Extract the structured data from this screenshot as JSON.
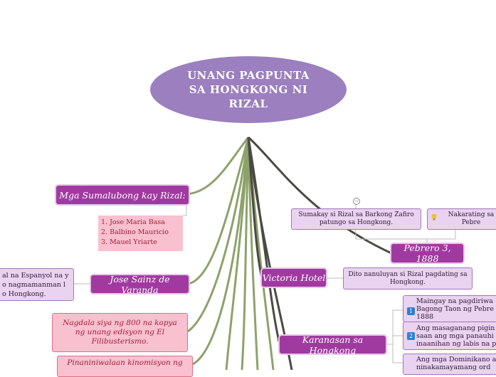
{
  "root": {
    "title": "UNANG PAGPUNTA SA HONGKONG NI RIZAL"
  },
  "branches": {
    "sumalubong": "Mga Sumalubong kay Rizal:",
    "sainz": "Jose Sainz de Varanda",
    "victoria": "Victoria Hotel",
    "pebrero": "Pebrero 3, 1888",
    "karanasan": "Karanasan sa Hongkong"
  },
  "sumalubong_list": [
    "1. Jose Maria Basa",
    "2. Balbino Mauricio",
    "3. Mauel Yriarte"
  ],
  "sainz_note": "al na Espanyol na y o nagmamanman l o Hongkong.",
  "pink_notes": [
    "Nagdala siya ng 800 na kopya ng unang edisyon ng El Filibusterismo.",
    "Pinaniniwalaan kinomisyon ng"
  ],
  "pebrero_notes": [
    "Sumakay si Rizal sa Barkong Zafiro patungo sa Hongkong.",
    "Nakarating sa Pebre"
  ],
  "victoria_note": "Dito nanuluyan si Rizal pagdating sa Hongkong.",
  "karanasan_notes": [
    {
      "badge": "1",
      "text": "Maingay na pagdiriwa Bagong Taon ng Pebre 1888"
    },
    {
      "badge": "2",
      "text": "Ang masaganang pigin saan ang mga panauhi inaanihan ng labis na p"
    },
    {
      "badge": "",
      "text": "Ang mga Dominikano a ninakamayamang ord"
    }
  ],
  "colors": {
    "root": "#9b7fbf",
    "branch": "#a03aa0",
    "connector_green": "#8da26a",
    "connector_dark": "#4a4a44"
  }
}
